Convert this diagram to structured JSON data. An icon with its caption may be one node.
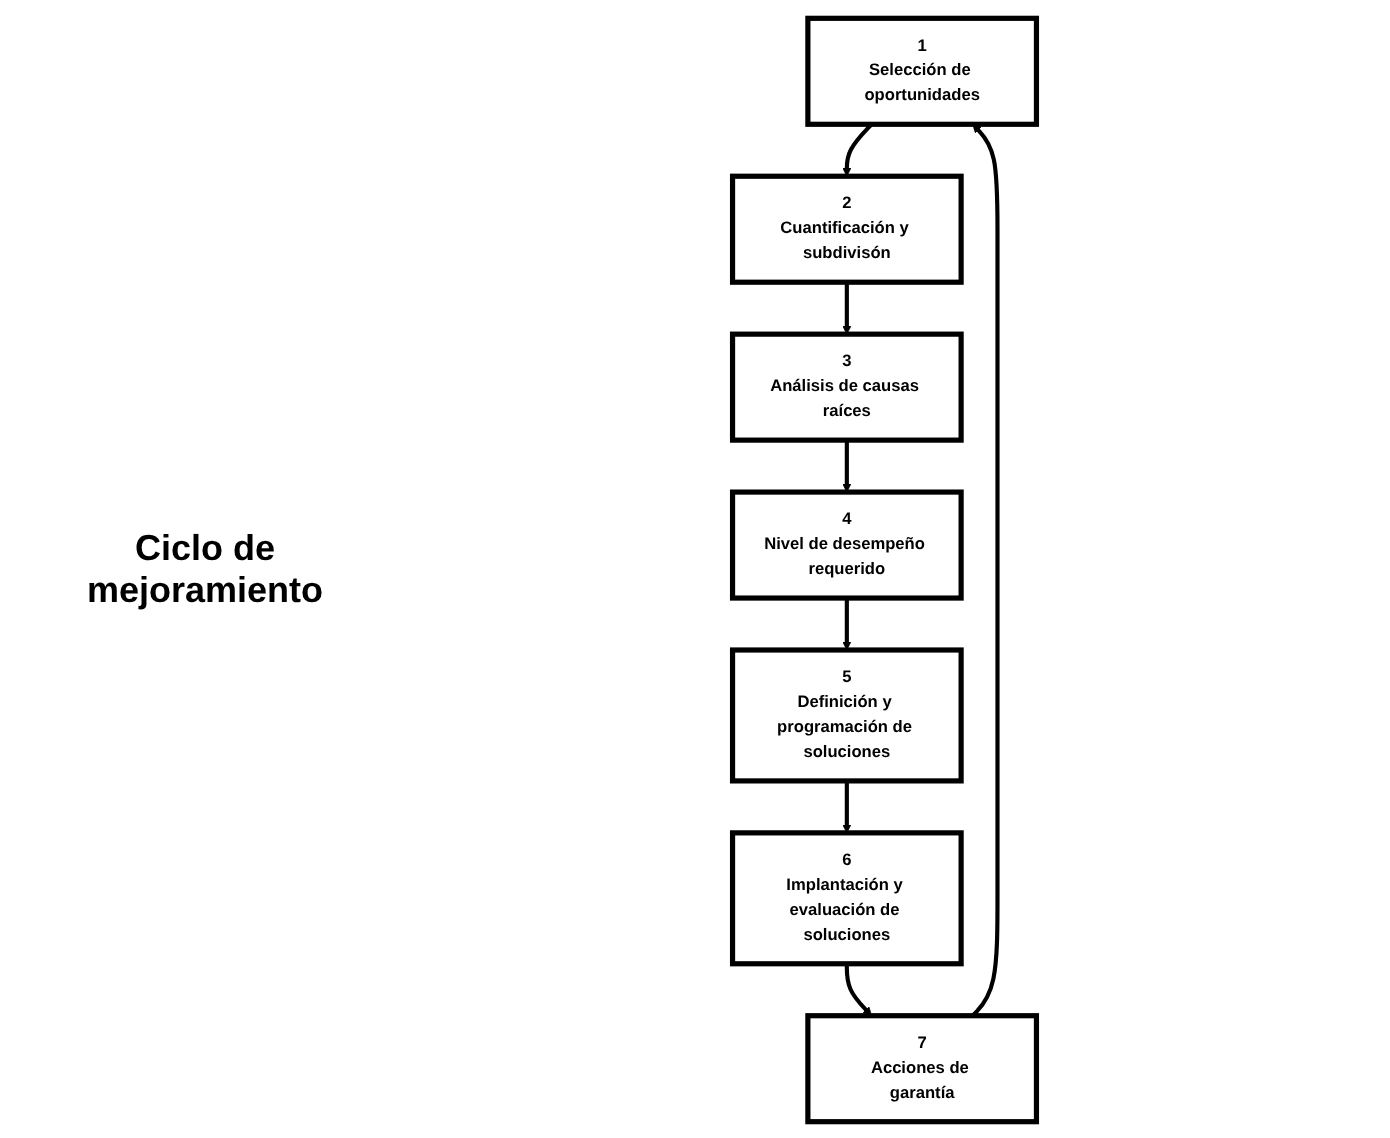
{
  "diagram": {
    "nodes": [
      {
        "text": [
          "1",
          "Selección de oportunidades"
        ]
      },
      {
        "text": [
          "2",
          "Cuantificación y subdivisón"
        ]
      },
      {
        "text": [
          "3",
          "Análisis de causas raíces"
        ]
      },
      {
        "text": [
          "4",
          "Nivel de desempeño requerido"
        ]
      },
      {
        "text": [
          "5",
          "Definición y programación de soluciones"
        ]
      },
      {
        "text": [
          "6",
          "Implantación y evaluación de soluciones"
        ]
      },
      {
        "text": [
          "7",
          "Acciones de garantía"
        ]
      }
    ],
    "edges": [
      {
        "from": 0,
        "to": 1,
        "arrow": "to"
      },
      {
        "from": 1,
        "to": 2,
        "arrow": "to"
      },
      {
        "from": 2,
        "to": 3,
        "arrow": "to"
      },
      {
        "from": 3,
        "to": 4,
        "arrow": "to"
      },
      {
        "from": 4,
        "to": 5,
        "arrow": "to"
      },
      {
        "from": 5,
        "to": 6,
        "arrow": "to"
      },
      {
        "from": 6,
        "to": 0,
        "arrow": "to"
      }
    ],
    "labels": [
      "Ciclo de mejoramiento"
    ]
  }
}
